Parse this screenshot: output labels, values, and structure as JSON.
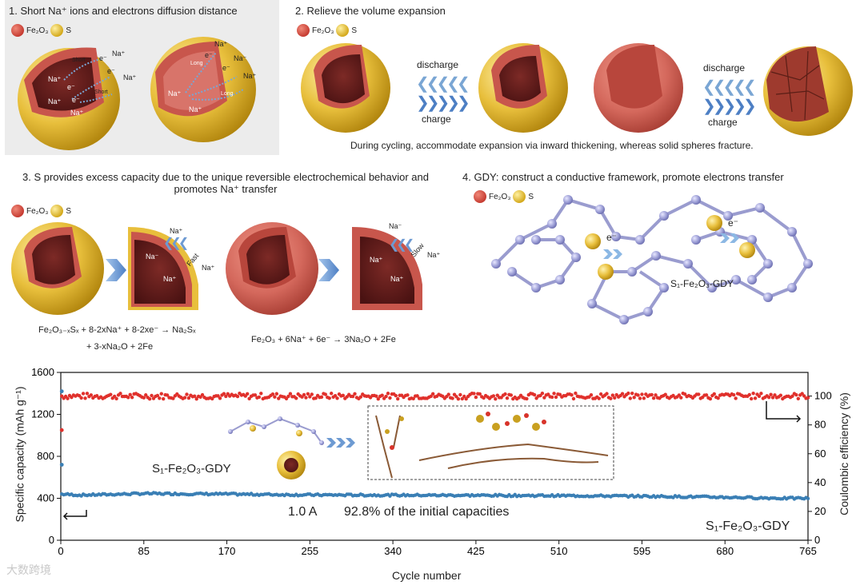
{
  "panel1": {
    "title": "1. Short Na⁺ ions and electrons diffusion distance",
    "legend": [
      "Fe₂O₃",
      "S"
    ],
    "labels": [
      "Na⁺",
      "Na⁺",
      "Na⁺",
      "Na⁺",
      "Na⁺",
      "e⁻",
      "e⁻",
      "e⁻",
      "e⁻",
      "Short",
      "Short",
      "Na⁻",
      "Na⁺",
      "Na⁺",
      "e⁻",
      "e⁻",
      "Long",
      "Long",
      "Na⁺",
      "Na⁺"
    ]
  },
  "panel2": {
    "title": "2. Relieve the volume expansion",
    "legend": [
      "Fe₂O₃",
      "S"
    ],
    "discharge": "discharge",
    "charge": "charge",
    "caption": "During cycling, accommodate expansion via inward thickening, whereas solid spheres fracture."
  },
  "panel3": {
    "title": "3. S provides excess capacity due to the unique reversible electrochemical behavior and promotes Na⁺ transfer",
    "legend": [
      "Fe₂O₃",
      "S"
    ],
    "fast": "Fast",
    "slow": "Slow",
    "eq1_line1": "Fe₂O₃₋ₓSₓ + 8-2xNa⁺ + 8-2xe⁻ → Na₂Sₓ",
    "eq1_line2": "+ 3-xNa₂O + 2Fe",
    "eq2": "Fe₂O₃ + 6Na⁺ + 6e⁻ → 3Na₂O + 2Fe",
    "labels_fast": [
      "Na⁺",
      "Na⁻",
      "Na⁺",
      "Na⁺"
    ],
    "labels_slow": [
      "Na⁻",
      "Na⁺",
      "Na⁺",
      "Na⁺"
    ]
  },
  "panel4": {
    "title": "4. GDY: construct a conductive framework, promote electrons transfer",
    "legend": [
      "Fe₂O₃",
      "S"
    ],
    "e1": "e⁻",
    "e2": "e⁻",
    "material": "S₁-Fe₂O₃-GDY"
  },
  "chart_data": {
    "type": "scatter",
    "x": [
      0,
      20,
      85,
      170,
      255,
      340,
      425,
      510,
      595,
      680,
      740,
      765
    ],
    "series": [
      {
        "name": "S₁-Fe₂O₃-GDY",
        "axis": "left",
        "values": [
          440,
          430,
          445,
          440,
          432,
          430,
          428,
          425,
          420,
          410,
          400,
          400
        ]
      },
      {
        "axis": "right",
        "values": [
          100,
          100,
          100,
          100,
          100,
          100,
          100,
          100,
          100,
          100,
          100,
          100
        ]
      }
    ],
    "xlabel": "Cycle number",
    "ylabel": "Specific capacity (mAh g⁻¹)",
    "ylabel_right": "Coulombic efficiency (%)",
    "xlim": [
      0,
      765
    ],
    "ylim": [
      0,
      1600
    ],
    "ylim_right": [
      0,
      116.4
    ],
    "xticks": [
      "0",
      "85",
      "170",
      "255",
      "340",
      "425",
      "510",
      "595",
      "680",
      "765"
    ],
    "yticks": [
      "0",
      "400",
      "800",
      "1200",
      "1600"
    ],
    "yticks_right": [
      "0",
      "20",
      "40",
      "60",
      "80",
      "100"
    ],
    "annotations": {
      "inset_label": "S₁-Fe₂O₃-GDY",
      "current": "1.0 A",
      "retention": "92.8% of the initial capacities",
      "series_label": "S₁-Fe₂O₃-GDY"
    },
    "colors": {
      "capacity": "#3a7fb5",
      "efficiency": "#e0312c"
    }
  },
  "watermark": "大数跨境"
}
